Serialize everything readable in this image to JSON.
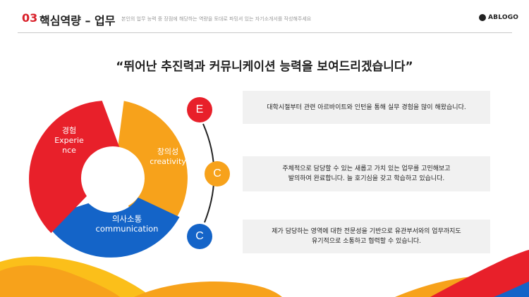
{
  "header": {
    "number": "03",
    "title": "핵심역량 – 업무",
    "subtitle": "본인의 업무 능력 중 장점에 해당하는 역량을 토대로 파밍셔 있는 자기소개서를 작성해주세요",
    "logo": "ABLOGO"
  },
  "headline": "“뛰어난 추진력과 커뮤니케이션 능력을 보여드리겠습니다”",
  "cycle": {
    "segments": [
      {
        "line1": "경험",
        "line2": "Experie",
        "line3": "nce",
        "color": "#e8202a"
      },
      {
        "line1": "창의성",
        "line2": "creativity",
        "color": "#f7a21b"
      },
      {
        "line1": "의사소통",
        "line2": "communication",
        "color": "#1464c8"
      }
    ]
  },
  "badges": [
    {
      "letter": "E",
      "color": "#e8202a"
    },
    {
      "letter": "C",
      "color": "#f7a21b"
    },
    {
      "letter": "C",
      "color": "#1464c8"
    }
  ],
  "cards": [
    {
      "line1": "대학시절부터 관련 아르바이트와 인턴을 통해 실무 경험을 많이 해왔습니다."
    },
    {
      "line1": "주체적으로 담당할 수 있는 새롭고 가치 있는 업무를 고민해보고",
      "line2": "발의하여 완료합니다. 늘 호기심을 갖고 학습하고 있습니다."
    },
    {
      "line1": "제가 담당하는 영역에 대한 전문성을 기반으로 유관부서와의 업무까지도",
      "line2": "유기적으로 소통하고 협력할 수 있습니다."
    }
  ]
}
